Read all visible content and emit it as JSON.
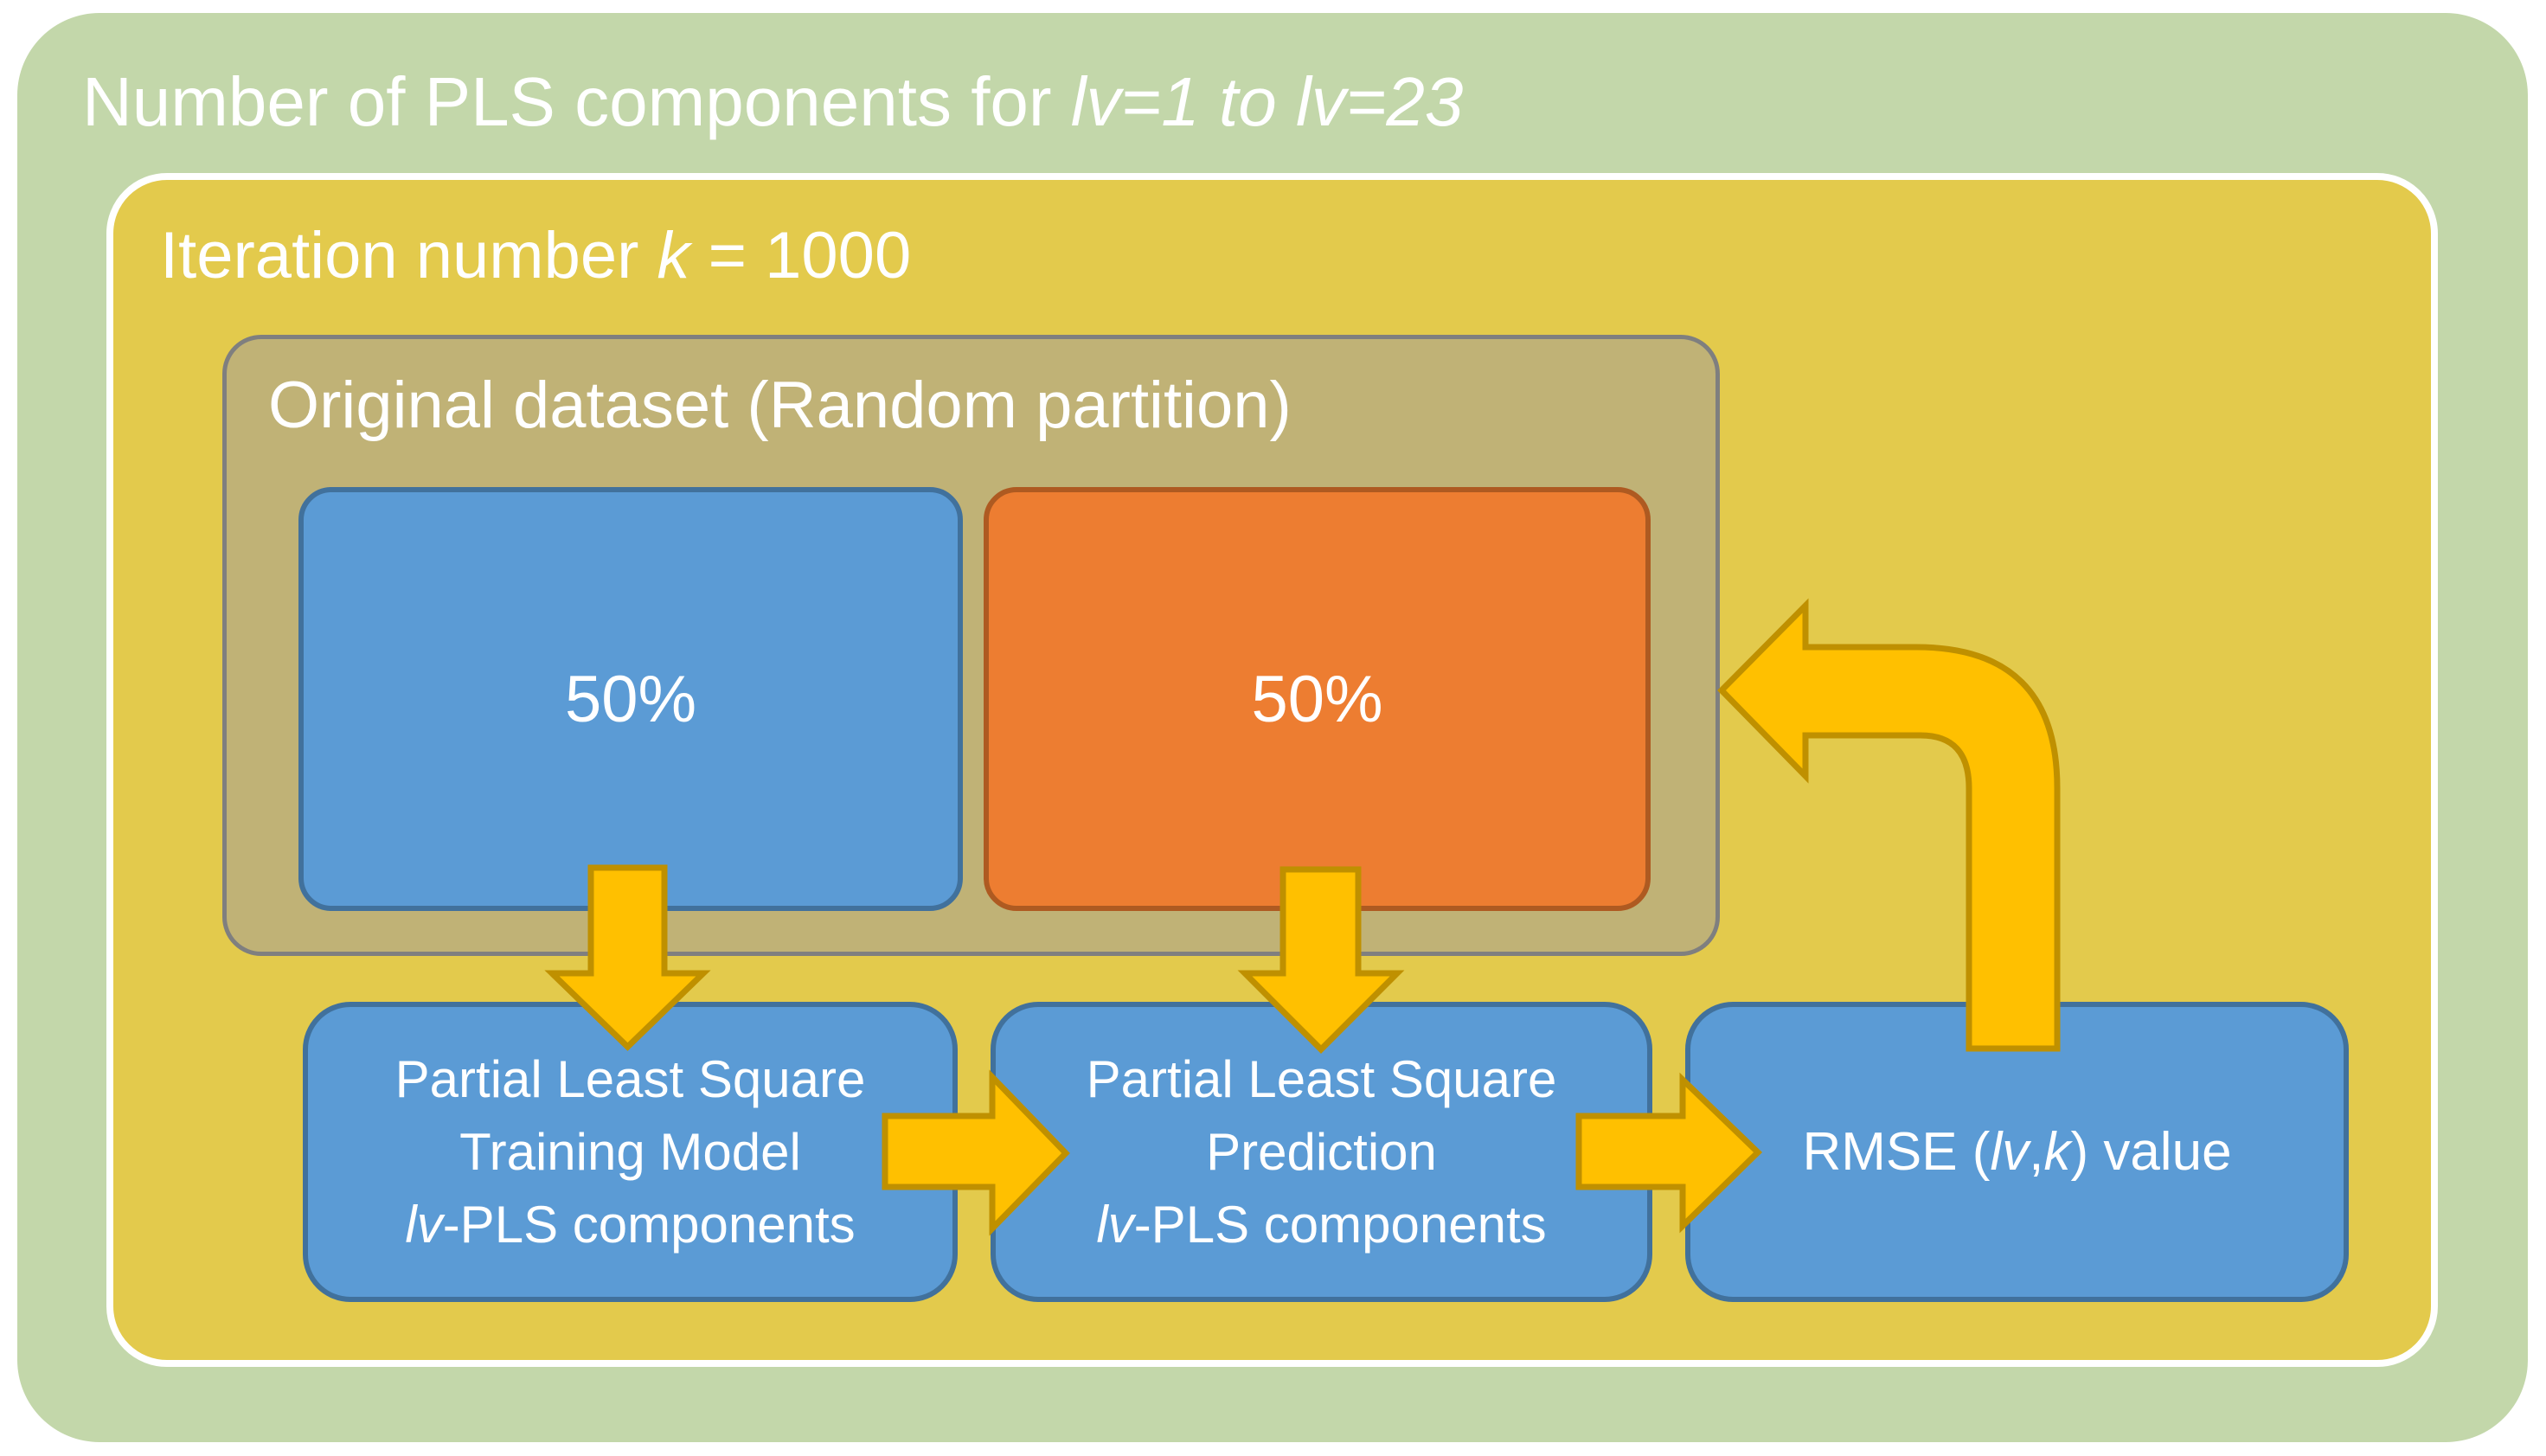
{
  "colors": {
    "page_bg": "#FFFFFF",
    "outer_green": "#C3D7AA",
    "gold_panel": "#E3CA4C",
    "olive_panel": "#C0B276",
    "olive_border": "#7F7F7F",
    "blue_fill": "#5B9BD5",
    "blue_border": "#41719C",
    "orange_fill": "#ED7D31",
    "orange_border": "#AE5A21",
    "arrow_fill": "#FFC000",
    "arrow_border": "#BF9000",
    "text_white": "#FFFFFF"
  },
  "outer_frame": {
    "title_prefix": "Number of PLS components for ",
    "title_range_italic": "lv=1 to lv=23"
  },
  "iteration_frame": {
    "prefix": "Iteration number ",
    "k_italic": "k",
    "suffix": " = 1000"
  },
  "dataset_panel": {
    "title": "Original dataset (Random partition)",
    "training_split": "50%",
    "prediction_split": "50%"
  },
  "process_boxes": {
    "training": {
      "line1": "Partial Least Square",
      "line2": "Training Model",
      "lv_italic": "lv",
      "line3_rest": "-PLS components"
    },
    "prediction": {
      "line1": "Partial Least Square",
      "line2": "Prediction",
      "lv_italic": "lv",
      "line3_rest": "-PLS components"
    },
    "rmse": {
      "prefix": "RMSE (",
      "lv_italic": "lv",
      "comma": ",",
      "k_italic": "k",
      "suffix": ") value"
    }
  }
}
